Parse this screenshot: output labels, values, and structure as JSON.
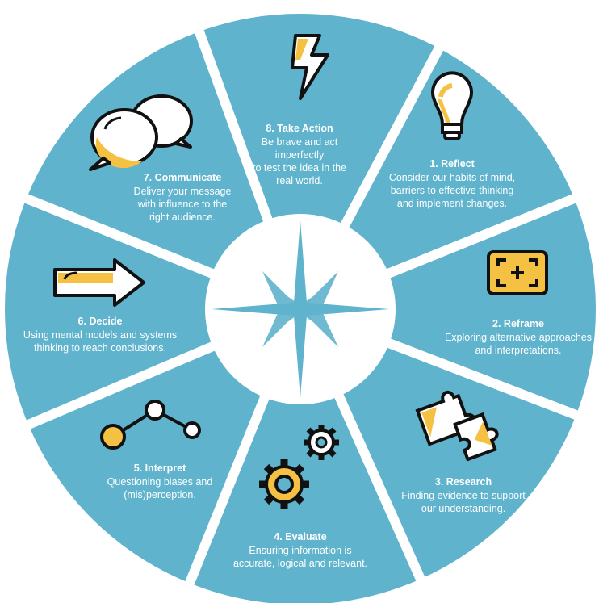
{
  "colors": {
    "segment": "#5fb3cc",
    "gap": "#ffffff",
    "accent": "#f5c142",
    "outline": "#111111",
    "compass": "#5fb3cc"
  },
  "center": {
    "icon": "compass-star-icon"
  },
  "steps": [
    {
      "number": 1,
      "title": "1. Reflect",
      "description": "Consider our habits of mind,\nbarriers to effective thinking\nand implement changes.",
      "icon": "lightbulb-icon"
    },
    {
      "number": 2,
      "title": "2. Reframe",
      "description": "Exploring alternative approaches\nand interpretations.",
      "icon": "reframe-plus-icon"
    },
    {
      "number": 3,
      "title": "3. Research",
      "description": "Finding evidence to support\nour understanding.",
      "icon": "puzzle-icon"
    },
    {
      "number": 4,
      "title": "4. Evaluate",
      "description": "Ensuring information is\naccurate, logical and relevant.",
      "icon": "gears-icon"
    },
    {
      "number": 5,
      "title": "5. Interpret",
      "description": "Questioning biases and\n(mis)perception.",
      "icon": "connected-nodes-icon"
    },
    {
      "number": 6,
      "title": "6. Decide",
      "description": "Using mental models and systems\nthinking to reach conclusions.",
      "icon": "arrow-right-icon"
    },
    {
      "number": 7,
      "title": "7. Communicate",
      "description": "Deliver your message\nwith influence to the\nright audience.",
      "icon": "speech-bubbles-icon"
    },
    {
      "number": 8,
      "title": "8. Take Action",
      "description": "Be brave and act\nimperfectly\nto test the idea in the\nreal world.",
      "icon": "lightning-bolt-icon"
    }
  ]
}
